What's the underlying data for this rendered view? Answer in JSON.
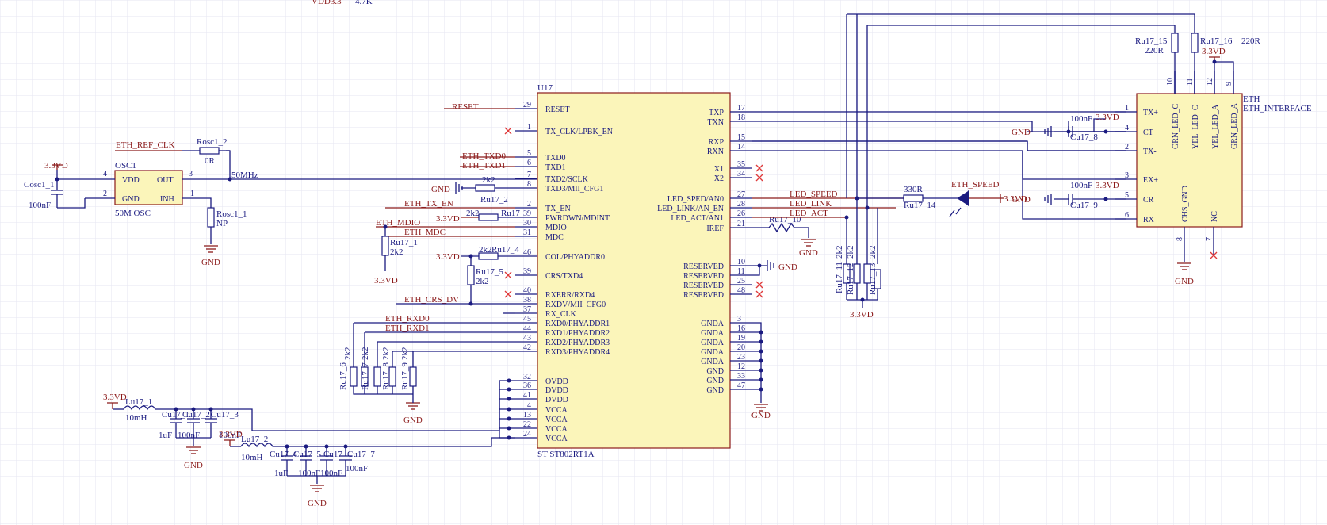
{
  "grid_color": "#e6e6f2",
  "wire_color": "#1a1a80",
  "net_color": "#8b1a1a",
  "part_fill": "#fbf5ba",
  "nc_marker_color": "#e03a3a",
  "top_fragments": {
    "vdd": "VDD3.3",
    "res": "4.7K"
  },
  "u17": {
    "designator": "U17",
    "part": "ST ST802RT1A",
    "left_pins": [
      {
        "num": "29",
        "name": "RESET"
      },
      {
        "num": "1",
        "name": "TX_CLK/LPBK_EN"
      },
      {
        "num": "5",
        "name": "TXD0"
      },
      {
        "num": "6",
        "name": "TXD1"
      },
      {
        "num": "7",
        "name": "TXD2/SCLK"
      },
      {
        "num": "8",
        "name": "TXD3/MII_CFG1"
      },
      {
        "num": "2",
        "name": "TX_EN"
      },
      {
        "num": "39",
        "name": "PWRDWN/MDINT"
      },
      {
        "num": "30",
        "name": "MDIO"
      },
      {
        "num": "31",
        "name": "MDC"
      },
      {
        "num": "46",
        "name": "COL/PHYADDR0"
      },
      {
        "num": "39",
        "name": "CRS/TXD4"
      },
      {
        "num": "40",
        "name": "RXERR/RXD4"
      },
      {
        "num": "38",
        "name": "RXDV/MII_CFG0"
      },
      {
        "num": "37",
        "name": "RX_CLK"
      },
      {
        "num": "45",
        "name": "RXD0/PHYADDR1"
      },
      {
        "num": "44",
        "name": "RXD1/PHYADDR2"
      },
      {
        "num": "43",
        "name": "RXD2/PHYADDR3"
      },
      {
        "num": "42",
        "name": "RXD3/PHYADDR4"
      },
      {
        "num": "32",
        "name": "OVDD"
      },
      {
        "num": "36",
        "name": "DVDD"
      },
      {
        "num": "41",
        "name": "DVDD"
      },
      {
        "num": "4",
        "name": "VCCA"
      },
      {
        "num": "13",
        "name": "VCCA"
      },
      {
        "num": "22",
        "name": "VCCA"
      },
      {
        "num": "24",
        "name": "VCCA"
      }
    ],
    "right_pins": [
      {
        "num": "17",
        "name": "TXP"
      },
      {
        "num": "18",
        "name": "TXN"
      },
      {
        "num": "15",
        "name": "RXP"
      },
      {
        "num": "14",
        "name": "RXN"
      },
      {
        "num": "35",
        "name": "X1"
      },
      {
        "num": "34",
        "name": "X2"
      },
      {
        "num": "27",
        "name": "LED_SPED/AN0"
      },
      {
        "num": "28",
        "name": "LED_LINK/AN_EN"
      },
      {
        "num": "26",
        "name": "LED_ACT/AN1"
      },
      {
        "num": "21",
        "name": "IREF"
      },
      {
        "num": "10",
        "name": "RESERVED"
      },
      {
        "num": "11",
        "name": "RESERVED"
      },
      {
        "num": "25",
        "name": "RESERVED"
      },
      {
        "num": "48",
        "name": "RESERVED"
      },
      {
        "num": "3",
        "name": "GNDA"
      },
      {
        "num": "16",
        "name": "GNDA"
      },
      {
        "num": "19",
        "name": "GNDA"
      },
      {
        "num": "20",
        "name": "GNDA"
      },
      {
        "num": "23",
        "name": "GNDA"
      },
      {
        "num": "12",
        "name": "GND"
      },
      {
        "num": "33",
        "name": "GND"
      },
      {
        "num": "47",
        "name": "GND"
      }
    ]
  },
  "osc": {
    "designator": "OSC1",
    "part": "50M OSC",
    "pin_vdd": "VDD",
    "pin_gnd": "GND",
    "pin_out": "OUT",
    "pin_inh": "INH",
    "num_vdd": "4",
    "num_gnd": "2",
    "num_out": "3",
    "num_inh": "1",
    "freq_label": "50MHz",
    "cap_name": "Cosc1_1",
    "cap_value": "100nF",
    "rser_name": "Rosc1_2",
    "rser_value": "0R",
    "rinh_name": "Rosc1_1",
    "rinh_value": "NP",
    "net_ref_clk": "ETH_REF_CLK"
  },
  "nets": {
    "reset": "RESET",
    "txd0": "ETH_TXD0",
    "txd1": "ETH_TXD1",
    "tx_en": "ETH_TX_EN",
    "mdio": "ETH_MDIO",
    "mdc": "ETH_MDC",
    "crs_dv": "ETH_CRS_DV",
    "rxd0": "ETH_RXD0",
    "rxd1": "ETH_RXD1",
    "led_speed": "LED_SPEED",
    "led_link": "LED_LINK",
    "led_act": "LED_ACT"
  },
  "power": {
    "vcc": "3.3VD",
    "gnd": "GND"
  },
  "resistors": {
    "ru17_2": {
      "name": "Ru17_2",
      "value": "2k2"
    },
    "ru17_3": {
      "name": "Ru17",
      "value": "2k2"
    },
    "ru17_1": {
      "name": "Ru17_1",
      "value": "2k2"
    },
    "ru17_4": {
      "name": "Ru17_4",
      "value": "2k2"
    },
    "ru17_5": {
      "name": "Ru17_5",
      "value": "2k2"
    },
    "ru17_6": {
      "name": "Ru17_6",
      "value": "2k2"
    },
    "ru17_7": {
      "name": "Ru17_7",
      "value": "2k2"
    },
    "ru17_8": {
      "name": "Ru17_8",
      "value": "2k2"
    },
    "ru17_9": {
      "name": "Ru17_9",
      "value": "2k2"
    },
    "ru17_10": {
      "name": "Ru17_10"
    },
    "ru17_11": {
      "name": "Ru17_11",
      "value": "2k2"
    },
    "ru17_12": {
      "name": "Ru17_12",
      "value": "2k2"
    },
    "ru17_13": {
      "name": "Ru17_13",
      "value": "2k2"
    },
    "ru17_14": {
      "name": "Ru17_14",
      "value": "330R"
    },
    "ru17_15": {
      "name": "Ru17_15",
      "value": "220R"
    },
    "ru17_16": {
      "name": "Ru17_16",
      "value": "220R"
    }
  },
  "filters": {
    "lu17_1": {
      "name": "Lu17_1",
      "value": "10mH"
    },
    "lu17_2": {
      "name": "Lu17_2",
      "value": "10mH"
    },
    "cu17_1": {
      "name": "Cu17_1",
      "value": "1uF"
    },
    "cu17_2": {
      "name": "Cu17_2",
      "value": "100nF"
    },
    "cu17_3": {
      "name": "Cu17_3",
      "value": "100nF"
    },
    "cu17_4": {
      "name": "Cu17_4",
      "value": "1uF"
    },
    "cu17_5": {
      "name": "Cu17_5",
      "value": "100nF"
    },
    "cu17_6": {
      "name": "Cu17",
      "value": "100nF"
    },
    "cu17_7": {
      "name": "Cu17_7",
      "value": "100nF"
    },
    "cu17_8": {
      "name": "Cu17_8",
      "value": "100nF"
    },
    "cu17_9": {
      "name": "Cu17_9",
      "value": "100nF"
    }
  },
  "led": {
    "name": "ETH_SPEED"
  },
  "eth": {
    "designator": "ETH",
    "part": "ETH_INTERFACE",
    "left_pins": [
      {
        "num": "1",
        "name": "TX+"
      },
      {
        "num": "4",
        "name": "CT"
      },
      {
        "num": "2",
        "name": "TX-"
      },
      {
        "num": "3",
        "name": "EX+"
      },
      {
        "num": "5",
        "name": "CR"
      },
      {
        "num": "6",
        "name": "RX-"
      }
    ],
    "top_pins": [
      {
        "num": "10",
        "name": "GRN_LED_C"
      },
      {
        "num": "11",
        "name": "YEL_LED_C"
      },
      {
        "num": "12",
        "name": "YEL_LED_A"
      },
      {
        "num": "9",
        "name": "GRN_LED_A"
      }
    ],
    "bottom_pins": [
      {
        "num": "8",
        "name": "CHS_GND"
      },
      {
        "num": "7",
        "name": "NC"
      }
    ]
  }
}
